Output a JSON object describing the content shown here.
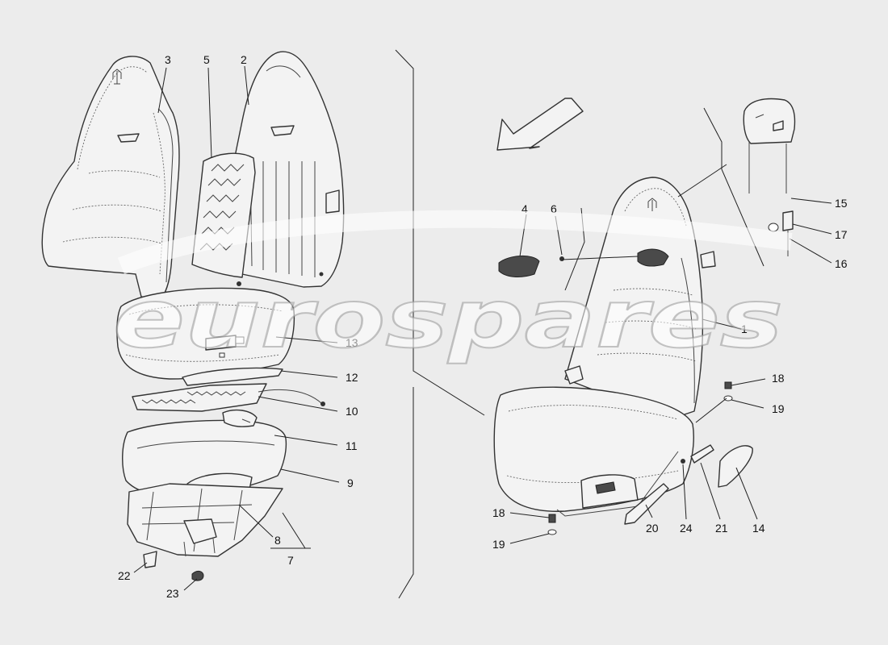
{
  "watermark": {
    "text": "eurospares"
  },
  "callouts": {
    "c1": "1",
    "c2": "2",
    "c3": "3",
    "c4": "4",
    "c5": "5",
    "c6": "6",
    "c7": "7",
    "c8": "8",
    "c9": "9",
    "c10": "10",
    "c11": "11",
    "c12": "12",
    "c13": "13",
    "c14": "14",
    "c15": "15",
    "c16": "16",
    "c17": "17",
    "c18a": "18",
    "c18b": "18",
    "c19a": "19",
    "c19b": "19",
    "c20": "20",
    "c21": "21",
    "c22": "22",
    "c23": "23",
    "c24": "24"
  },
  "icons": {
    "direction": "direction-arrow-icon",
    "logo": "trident-logo-icon"
  }
}
